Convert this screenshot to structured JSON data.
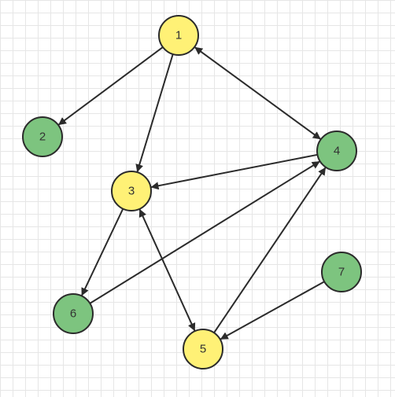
{
  "colors": {
    "yellow_fill": "#fff176",
    "green_fill": "#7dc47f",
    "stroke": "#2b2b2b",
    "edge": "#2b2b2b"
  },
  "nodes": [
    {
      "id": "1",
      "label": "1",
      "color": "yellow"
    },
    {
      "id": "2",
      "label": "2",
      "color": "green"
    },
    {
      "id": "3",
      "label": "3",
      "color": "yellow"
    },
    {
      "id": "4",
      "label": "4",
      "color": "green"
    },
    {
      "id": "5",
      "label": "5",
      "color": "yellow"
    },
    {
      "id": "6",
      "label": "6",
      "color": "green"
    },
    {
      "id": "7",
      "label": "7",
      "color": "green"
    }
  ],
  "edges": [
    {
      "from": "1",
      "to": "2",
      "bidirectional": false
    },
    {
      "from": "1",
      "to": "3",
      "bidirectional": false
    },
    {
      "from": "1",
      "to": "4",
      "bidirectional": true
    },
    {
      "from": "4",
      "to": "3",
      "bidirectional": false
    },
    {
      "from": "3",
      "to": "6",
      "bidirectional": false
    },
    {
      "from": "3",
      "to": "5",
      "bidirectional": true
    },
    {
      "from": "6",
      "to": "4",
      "bidirectional": false
    },
    {
      "from": "5",
      "to": "4",
      "bidirectional": false
    },
    {
      "from": "7",
      "to": "5",
      "bidirectional": false
    }
  ]
}
